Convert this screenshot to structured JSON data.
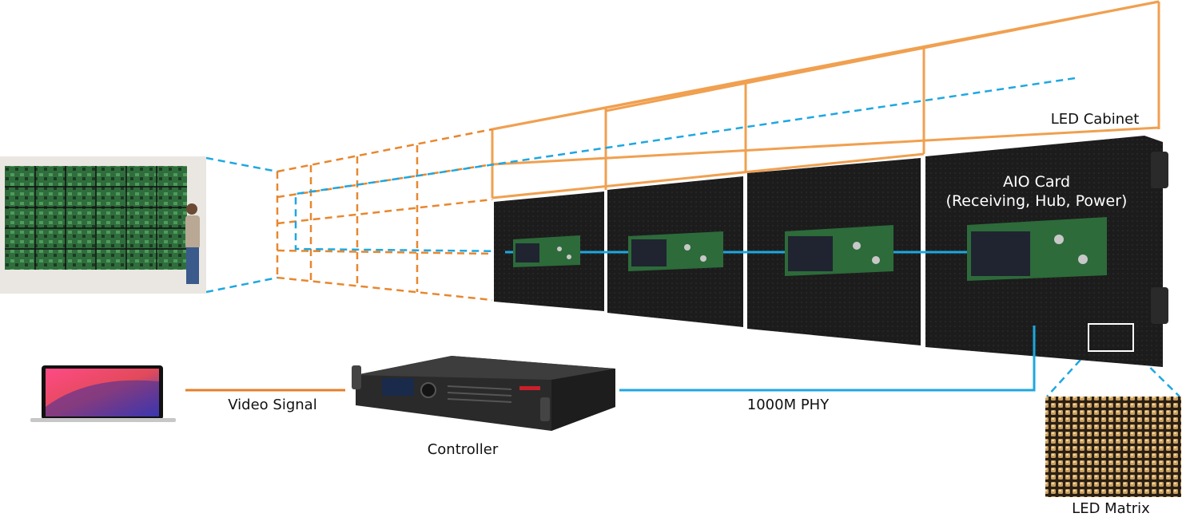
{
  "labels": {
    "led_cabinet": "LED Cabinet",
    "aio_card_title": "AIO Card",
    "aio_card_subtitle": "(Receiving, Hub, Power)",
    "video_signal": "Video Signal",
    "controller": "Controller",
    "phy": "1000M PHY",
    "led_matrix": "LED Matrix"
  },
  "cabinet_count": 4,
  "colors": {
    "cabinet_outline": "#f0a050",
    "data_link": "#1ea7e1",
    "video_link": "#e57f2a",
    "panel_dark": "#1c1c1c",
    "pcb_green": "#2d6b3a",
    "chip_dark": "#1f2430",
    "led_amber": "#c9a060",
    "controller_red": "#c8202a"
  },
  "icons": {
    "laptop": "laptop-icon",
    "controller": "controller-device-icon",
    "photo": "led-wall-photo-icon",
    "matrix": "led-matrix-closeup-icon"
  }
}
